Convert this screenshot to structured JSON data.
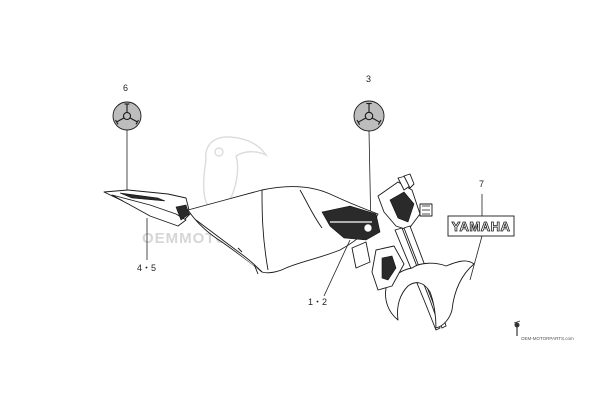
{
  "callouts": {
    "c6": "6",
    "c3": "3",
    "c7": "7",
    "c45": "4・5",
    "c12": "1・2"
  },
  "badge": {
    "text": "YAMAHA"
  },
  "watermark": {
    "text": "OEMMOTORPARTS.com"
  },
  "footer": {
    "text": "OEM-MOTORPARTS.com"
  },
  "icons": {
    "emblem": "tuning-fork-emblem-icon",
    "watermark_logo": "toucan-logo-icon",
    "footer_logo": "bird-logo-icon"
  },
  "colors": {
    "line": "#1a1a1a",
    "emblem_fill": "#bdbdbd",
    "watermark": "#d6d6d6"
  }
}
